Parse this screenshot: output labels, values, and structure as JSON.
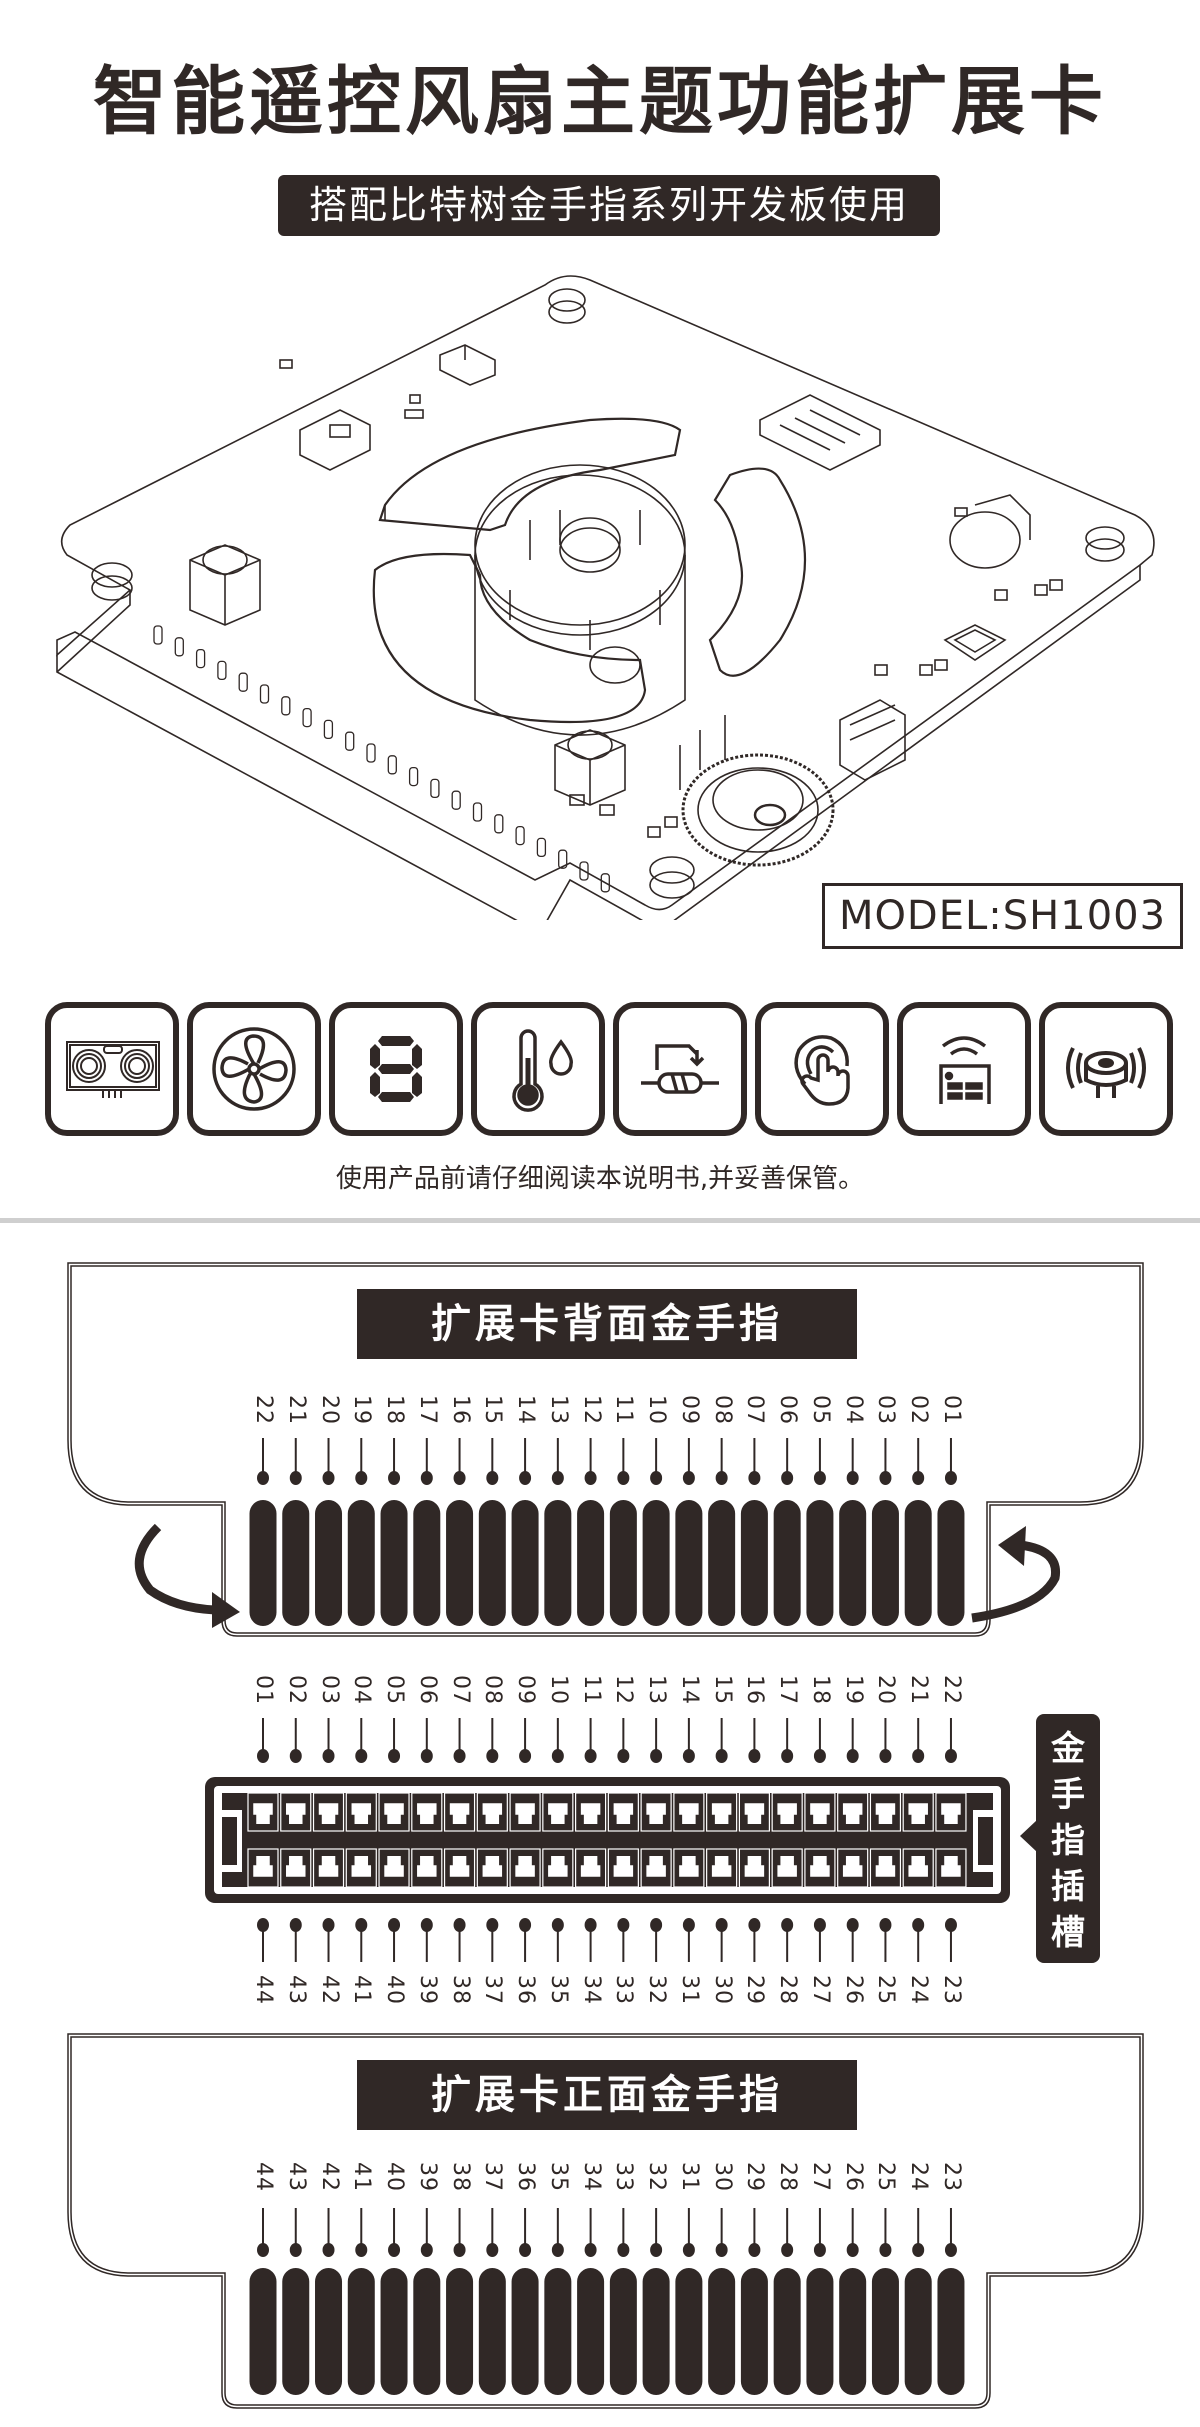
{
  "header": {
    "title": "智能遥控风扇主题功能扩展卡",
    "subtitle": "搭配比特树金手指系列开发板使用"
  },
  "product": {
    "model_label": "MODEL:SH1003"
  },
  "feature_icons": [
    {
      "name": "ultrasonic-sensor-icon"
    },
    {
      "name": "fan-icon"
    },
    {
      "name": "seven-segment-display-icon"
    },
    {
      "name": "temperature-humidity-icon"
    },
    {
      "name": "relay-resistor-icon"
    },
    {
      "name": "touch-icon"
    },
    {
      "name": "wireless-receiver-icon"
    },
    {
      "name": "vibration-motor-icon"
    }
  ],
  "caption": "使用产品前请仔细阅读本说明书,并妥善保管。",
  "back_fingers": {
    "title": "扩展卡背面金手指",
    "pins": [
      "22",
      "21",
      "20",
      "19",
      "18",
      "17",
      "16",
      "15",
      "14",
      "13",
      "12",
      "11",
      "10",
      "09",
      "08",
      "07",
      "06",
      "05",
      "04",
      "03",
      "02",
      "01"
    ]
  },
  "slot": {
    "label": "金手指插槽",
    "top_pins": [
      "01",
      "02",
      "03",
      "04",
      "05",
      "06",
      "07",
      "08",
      "09",
      "10",
      "11",
      "12",
      "13",
      "14",
      "15",
      "16",
      "17",
      "18",
      "19",
      "20",
      "21",
      "22"
    ],
    "bottom_pins": [
      "44",
      "43",
      "42",
      "41",
      "40",
      "39",
      "38",
      "37",
      "36",
      "35",
      "34",
      "33",
      "32",
      "31",
      "30",
      "29",
      "28",
      "27",
      "26",
      "25",
      "24",
      "23"
    ]
  },
  "front_fingers": {
    "title": "扩展卡正面金手指",
    "pins": [
      "44",
      "43",
      "42",
      "41",
      "40",
      "39",
      "38",
      "37",
      "36",
      "35",
      "34",
      "33",
      "32",
      "31",
      "30",
      "29",
      "28",
      "27",
      "26",
      "25",
      "24",
      "23"
    ]
  },
  "colors": {
    "ink": "#302826",
    "divider": "#cfcfcf"
  }
}
